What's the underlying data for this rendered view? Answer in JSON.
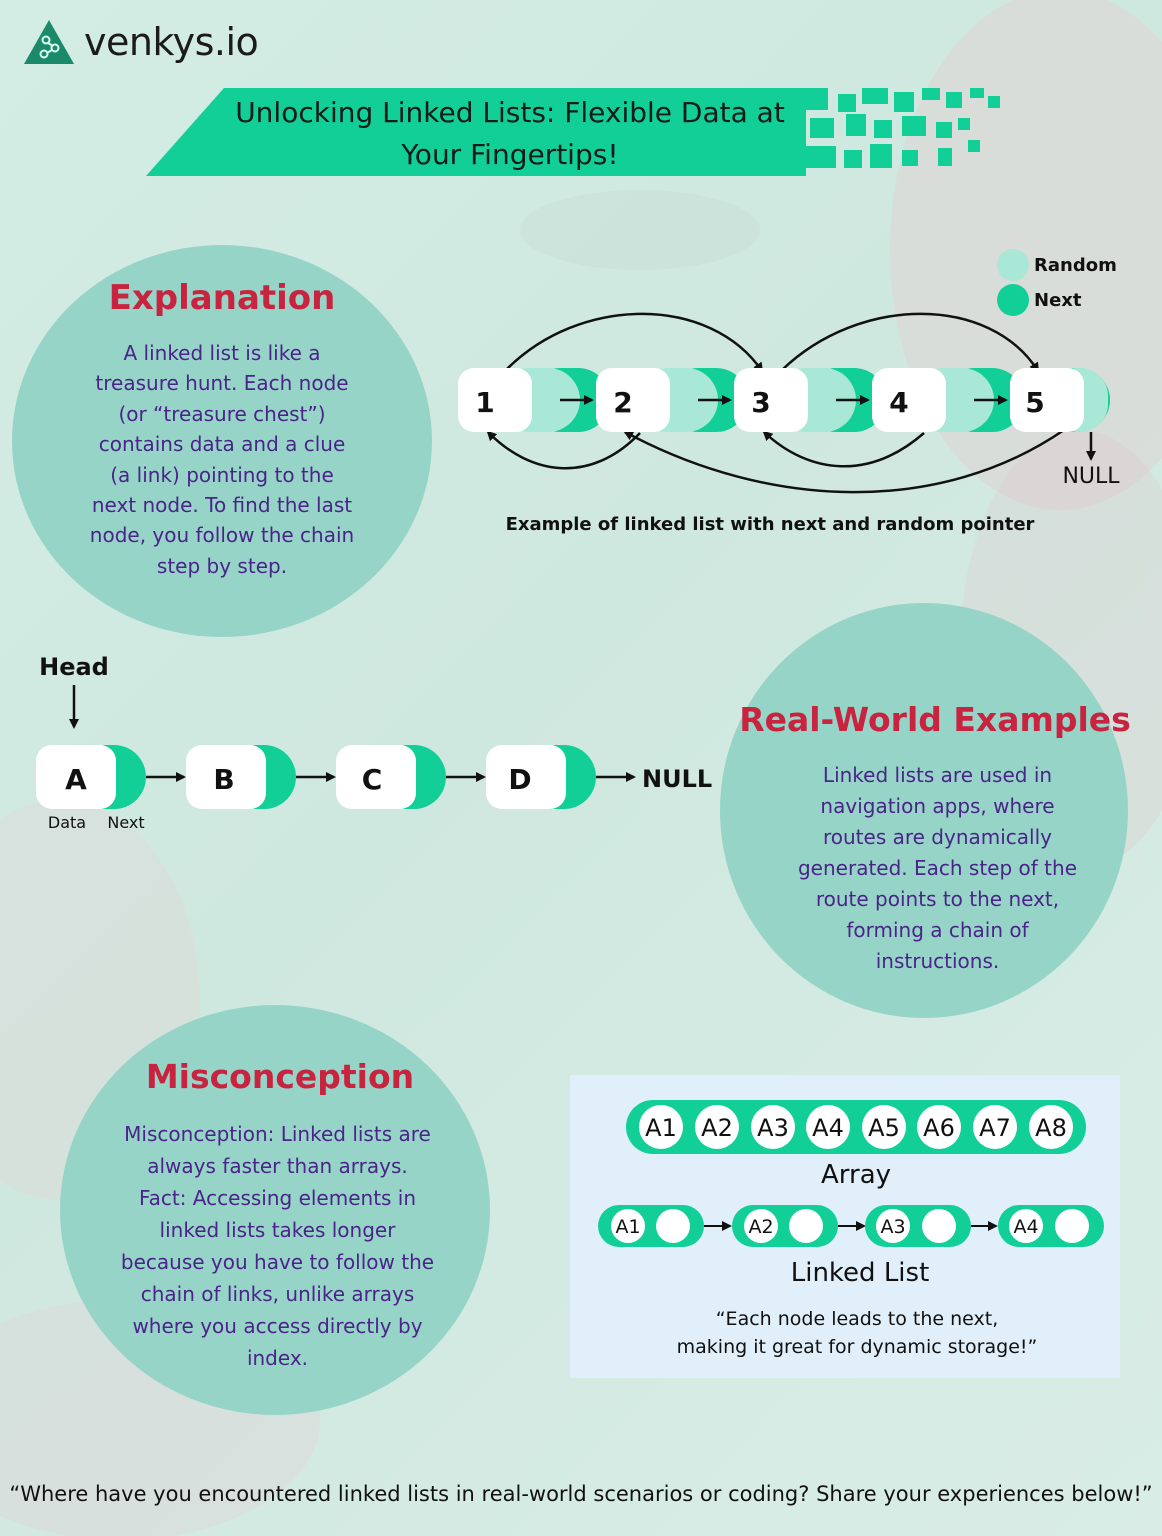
{
  "brand": {
    "name": "venkys.io"
  },
  "title": {
    "line1": "Unlocking Linked Lists: Flexible Data at",
    "line2": "Your Fingertips!"
  },
  "explanation": {
    "heading": "Explanation",
    "lines": [
      "A linked list is like a",
      "treasure hunt. Each node",
      "(or “treasure chest”)",
      "contains data and a clue",
      "(a link) pointing to the",
      "next node. To find the last",
      "node, you follow the chain",
      "step by step."
    ]
  },
  "random_diagram": {
    "legend": {
      "random": "Random",
      "next": "Next"
    },
    "nodes": [
      "1",
      "2",
      "3",
      "4",
      "5"
    ],
    "null_label": "NULL",
    "caption": "Example of linked list with next and random pointer"
  },
  "simple_list": {
    "head_label": "Head",
    "nodes": [
      "A",
      "B",
      "C",
      "D"
    ],
    "null_label": "NULL",
    "data_label": "Data",
    "next_label": "Next"
  },
  "real_world": {
    "heading": "Real-World Examples",
    "lines": [
      "Linked lists are used in",
      "navigation apps, where",
      "routes are dynamically",
      "generated. Each step of the",
      "route points to the next,",
      "forming a chain of",
      "instructions."
    ]
  },
  "misconception": {
    "heading": "Misconception",
    "lines": [
      "Misconception: Linked lists are",
      "always faster than arrays.",
      "Fact: Accessing elements in",
      "linked lists takes longer",
      "because you have to follow the",
      "chain of links, unlike arrays",
      "where you access directly by",
      "index."
    ]
  },
  "comparison": {
    "array_items": [
      "A1",
      "A2",
      "A3",
      "A4",
      "A5",
      "A6",
      "A7",
      "A8"
    ],
    "array_label": "Array",
    "list_items": [
      "A1",
      "A2",
      "A3",
      "A4"
    ],
    "list_label": "Linked List",
    "quote_line1": "“Each node leads to the next,",
    "quote_line2": "making it great for dynamic storage!”"
  },
  "footer": {
    "question": "“Where have you encountered linked lists in real-world scenarios or coding? Share your experiences below!”"
  },
  "colors": {
    "accent_green": "#12cf98",
    "light_green": "#a9e7d6",
    "circle_teal": "#97d4c8",
    "heading_red": "#c8233f",
    "body_purple": "#4a2489",
    "panel_blue": "#e1effa"
  }
}
